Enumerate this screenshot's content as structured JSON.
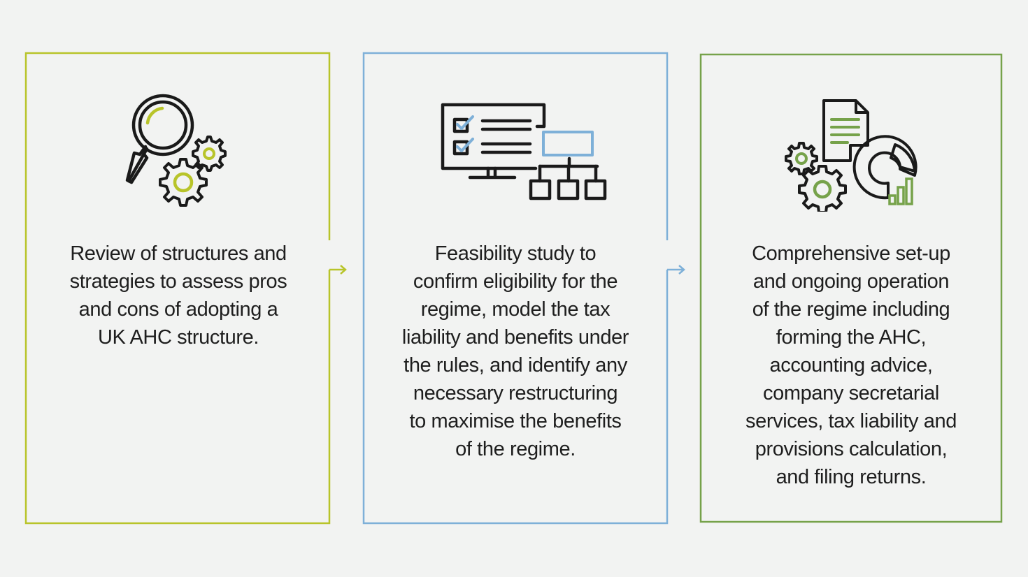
{
  "colors": {
    "background": "#f2f3f2",
    "step1_border": "#b8c42a",
    "step2_border": "#7eb0d8",
    "step3_border": "#76a24a",
    "icon_stroke": "#1a1a1a",
    "text": "#1e1e1e"
  },
  "steps": [
    {
      "icon": "magnifier-gears-icon",
      "lines": [
        "Review of structures and",
        "strategies to assess pros",
        "and cons of adopting a",
        "UK AHC structure."
      ]
    },
    {
      "icon": "monitor-checklist-hierarchy-icon",
      "lines": [
        "Feasibility study to",
        "confirm eligibility for the",
        "regime, model the tax",
        "liability and benefits under",
        "the rules, and identify any",
        "necessary restructuring",
        "to maximise the benefits",
        "of the regime."
      ]
    },
    {
      "icon": "document-gears-chart-icon",
      "lines": [
        "Comprehensive set-up",
        "and ongoing operation",
        "of the regime including",
        "forming the AHC,",
        "accounting advice,",
        "company secretarial",
        "services, tax liability and",
        "provisions calculation,",
        "and filing returns."
      ]
    }
  ]
}
